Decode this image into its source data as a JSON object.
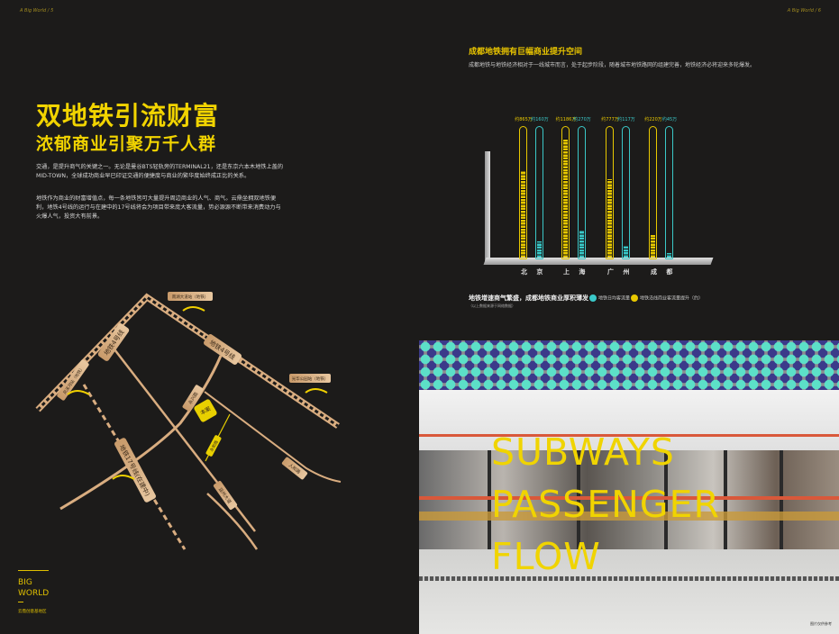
{
  "folio_left": "A Big World / 5",
  "folio_right": "A Big World / 6",
  "left": {
    "title": "双地铁引流财富",
    "subtitle": "浓郁商业引聚万千人群",
    "para1": "交通，是提升商气的关键之一。无论是曼谷BTS轻轨旁的TERMINAL21，还是东京六本木地铁上盖的MID-TOWN，全球成功商业早已印证交通的便捷度与商业的繁华度始终成正比的关系。",
    "para2": "地铁作为商业的财富增值点，每一条地铁皆可大量提升周边商业的人气、商气。云鼎坐拥双地铁便利，地铁4号线的运行与在建中的17号线将会为项目带来庞大客流量，势必源源不断带来消费动力与火爆人气，投资大有前景。"
  },
  "map": {
    "line4_a": "地铁4号线",
    "line4_b": "地铁4号线",
    "line17": "地铁17号线(在建中)",
    "station1": "南湖大道站（地铁）",
    "station2": "光华公园站（地铁）",
    "station3": "凤溪河站（地铁）",
    "road1": "永兴路",
    "road2": "人和路",
    "road3": "益州大道",
    "road4": "永和路",
    "project": "本案",
    "metro_logo": "METRO"
  },
  "brand": {
    "line1": "BIG",
    "line2": "WORLD",
    "small": "云鼎创意基地区"
  },
  "chart_data": {
    "type": "bar",
    "title": "成都地铁拥有巨幅商业提升空间",
    "subtitle": "成都地铁与地铁经济相对于一线城市而言，处于起步阶段，随着城市地铁路网的组建完善，地铁经济必将迎来多轮爆发。",
    "categories": [
      "北 京",
      "上 海",
      "广 州",
      "成 都"
    ],
    "series": [
      {
        "name": "地铁沿线商业客流量提升（约）",
        "color": "#e8c800",
        "values": [
          865,
          1186,
          777,
          220
        ],
        "labels": [
          "约865万",
          "约1186万",
          "约777万",
          "约220万"
        ]
      },
      {
        "name": "地铁日均客流量",
        "color": "#3ac8c8",
        "values": [
          160,
          270,
          117,
          45
        ],
        "labels": [
          "约160万",
          "约270万",
          "约117万",
          "约45万"
        ]
      }
    ],
    "ylim": [
      0,
      1300
    ],
    "caption": "地铁增速商气繁盛，成都地铁商业厚积薄发",
    "note": "（以上数据来源于网络数据）"
  },
  "photo": {
    "line1": "SUBWAYS",
    "line2": "PASSENGER",
    "line3": "FLOW",
    "caption": "图片仅供参考"
  }
}
